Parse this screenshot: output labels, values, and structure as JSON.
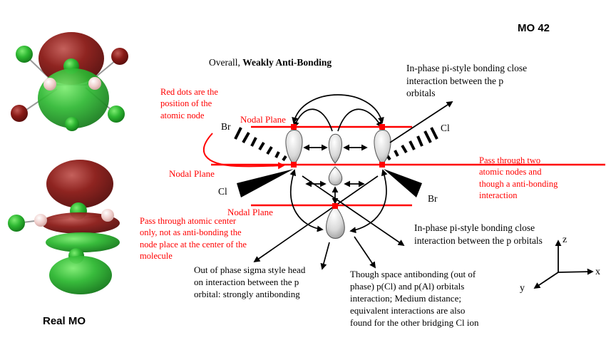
{
  "header": {
    "mo_label": "MO 42"
  },
  "left_panel": {
    "caption": "Real MO"
  },
  "diagram": {
    "overall_prefix": "Overall,",
    "overall_bold": "Weakly Anti-Bonding",
    "nodal_plane_label": "Nodal Plane",
    "atom_labels": {
      "br": "Br",
      "cl": "Cl"
    },
    "annotations": {
      "inphase_top": "In-phase pi-style bonding close interaction between the p orbitals",
      "inphase_right": "In-phase pi-style bonding close interaction between the p orbitals",
      "red_dots": "Red dots are the position of the atomic node",
      "pass_two_nodes": "Pass through two atomic nodes and though a anti-bonding interaction",
      "pass_atomic_center": "Pass through atomic center only, not as anti-bonding the node place at the center of the molecule",
      "out_of_phase_sigma": "Out of phase sigma style head on interaction between the p orbital: strongly antibonding",
      "through_space": "Though space antibonding (out of phase) p(Cl) and p(Al) orbitals interaction; Medium distance; equivalent interactions are also found for the other bridging Cl ion"
    },
    "axes": {
      "z": "z",
      "x": "x",
      "y": "y"
    }
  },
  "colors": {
    "annotation_red": "#ff0000",
    "nodal_plane_red": "#ff0000",
    "orbital_lobe_gray": "#d9d9d9",
    "mo_positive_green": "#1fae1f",
    "mo_negative_red": "#7b1113",
    "atom_pink": "#eec9c9",
    "background": "#ffffff"
  }
}
